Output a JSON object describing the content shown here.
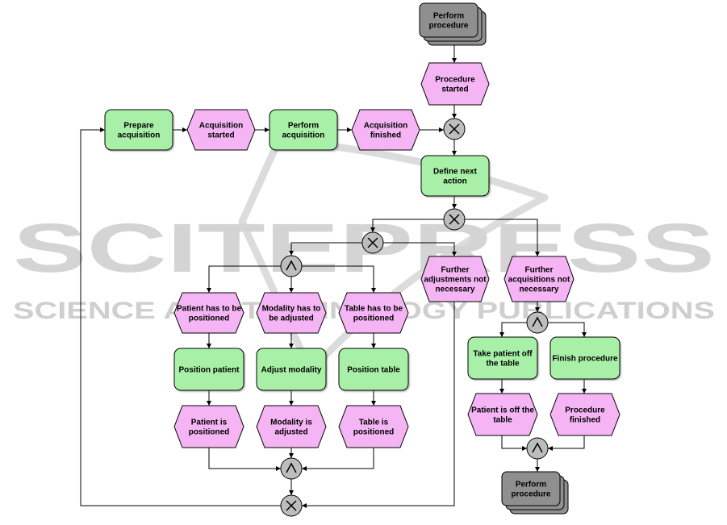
{
  "watermark": {
    "brand": "SCITEPRESS",
    "tagline": "SCIENCE AND TECHNOLOGY PUBLICATIONS"
  },
  "colors": {
    "function_fill": "#a8f0a8",
    "event_fill": "#f5b5f5",
    "interface_fill": "#8f8f8f",
    "connector_fill": "#bdbdbd",
    "line": "#000000"
  },
  "nodes": {
    "perform_procedure_top": {
      "type": "interface",
      "lines": [
        "Perform",
        "procedure"
      ]
    },
    "procedure_started": {
      "type": "event",
      "lines": [
        "Procedure",
        "started"
      ]
    },
    "prepare_acquisition": {
      "type": "function",
      "lines": [
        "Prepare",
        "acquisition"
      ]
    },
    "acquisition_started": {
      "type": "event",
      "lines": [
        "Acquisition",
        "started"
      ]
    },
    "perform_acquisition": {
      "type": "function",
      "lines": [
        "Perform",
        "acquisition"
      ]
    },
    "acquisition_finished": {
      "type": "event",
      "lines": [
        "Acquisition",
        "finished"
      ]
    },
    "define_next_action": {
      "type": "function",
      "lines": [
        "Define next",
        "action"
      ]
    },
    "further_adjustments": {
      "type": "event",
      "lines": [
        "Further",
        "adjustments not",
        "necessary"
      ]
    },
    "further_acquisitions": {
      "type": "event",
      "lines": [
        "Further",
        "acquisitions not",
        "necessary"
      ]
    },
    "patient_to_position": {
      "type": "event",
      "lines": [
        "Patient has to be",
        "positioned"
      ]
    },
    "modality_to_adjust": {
      "type": "event",
      "lines": [
        "Modality has to",
        "be adjusted"
      ]
    },
    "table_to_position": {
      "type": "event",
      "lines": [
        "Table has to be",
        "positioned"
      ]
    },
    "position_patient": {
      "type": "function",
      "lines": [
        "Position patient"
      ]
    },
    "adjust_modality": {
      "type": "function",
      "lines": [
        "Adjust modality"
      ]
    },
    "position_table": {
      "type": "function",
      "lines": [
        "Position table"
      ]
    },
    "patient_positioned": {
      "type": "event",
      "lines": [
        "Patient is",
        "positioned"
      ]
    },
    "modality_adjusted": {
      "type": "event",
      "lines": [
        "Modality is",
        "adjusted"
      ]
    },
    "table_positioned": {
      "type": "event",
      "lines": [
        "Table is",
        "positioned"
      ]
    },
    "take_patient_off": {
      "type": "function",
      "lines": [
        "Take patient off",
        "the table"
      ]
    },
    "finish_procedure": {
      "type": "function",
      "lines": [
        "Finish procedure"
      ]
    },
    "patient_off_table": {
      "type": "event",
      "lines": [
        "Patient is off the",
        "table"
      ]
    },
    "procedure_finished": {
      "type": "event",
      "lines": [
        "Procedure",
        "finished"
      ]
    },
    "perform_procedure_bottom": {
      "type": "interface",
      "lines": [
        "Perform",
        "procedure"
      ]
    }
  },
  "connectors": {
    "xor_merge_top": "xor",
    "xor_decide_main": "xor",
    "xor_decide_adjust": "xor",
    "and_split_adjust": "and",
    "and_join_adjust": "and",
    "xor_merge_loop": "xor",
    "and_split_finish": "and",
    "and_join_finish": "and"
  }
}
